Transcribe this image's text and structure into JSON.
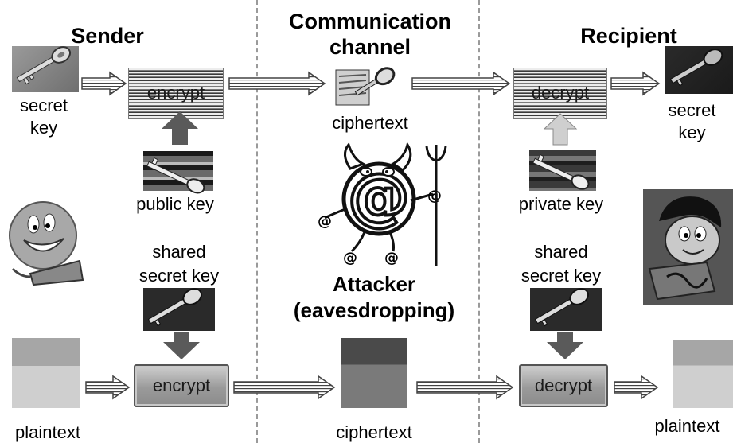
{
  "headings": {
    "sender": "Sender",
    "channel_line1": "Communication",
    "channel_line2": "channel",
    "recipient": "Recipient"
  },
  "top_row": {
    "sender_key_line1": "secret",
    "sender_key_line2": "key",
    "encrypt": "encrypt",
    "ciphertext": "ciphertext",
    "decrypt": "decrypt",
    "recipient_key_line1": "secret",
    "recipient_key_line2": "key",
    "public_key": "public key",
    "private_key": "private key"
  },
  "attacker": {
    "line1": "Attacker",
    "line2": "(eavesdropping)"
  },
  "bottom_row": {
    "shared_left_line1": "shared",
    "shared_left_line2": "secret key",
    "shared_right_line1": "shared",
    "shared_right_line2": "secret key",
    "encrypt": "encrypt",
    "decrypt": "decrypt",
    "plaintext_left": "plaintext",
    "ciphertext": "ciphertext",
    "plaintext_right": "plaintext"
  },
  "icons": {
    "key": "key-icon",
    "document": "document-icon",
    "devil": "devil-at-sign-icon",
    "sender_person": "smiley-laptop-icon",
    "recipient_person": "cartoon-laptop-icon"
  },
  "colors": {
    "arrow_fill": "#ffffff",
    "arrow_stroke": "#444444",
    "divider": "#9a9a9a",
    "box_gradient_top": "#cfcfcf",
    "box_gradient_bottom": "#8c8c8c"
  }
}
